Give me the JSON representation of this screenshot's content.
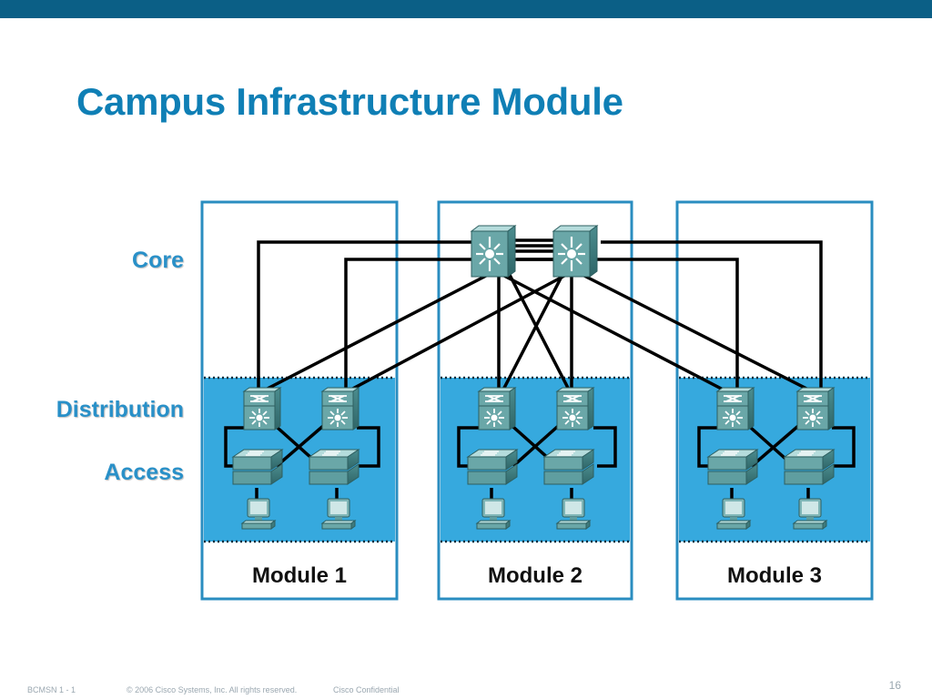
{
  "slide": {
    "title": "Campus Infrastructure Module",
    "page_number": "16"
  },
  "layers": {
    "core": "Core",
    "distribution": "Distribution",
    "access": "Access"
  },
  "modules": [
    {
      "label": "Module 1"
    },
    {
      "label": "Module 2"
    },
    {
      "label": "Module 3"
    }
  ],
  "footer": {
    "course": "BCMSN 1 - 1",
    "copyright": "© 2006 Cisco Systems, Inc. All rights reserved.",
    "confidential": "Cisco Confidential"
  },
  "colors": {
    "header_bar": "#0b5f86",
    "title": "#0f7fb5",
    "layer_label": "#2990c8",
    "module_border": "#2a8dc0",
    "shaded_band": "#36a9de",
    "device": "#5f9ea0",
    "link": "#000000"
  },
  "icons": {
    "core_switch": "multilayer-switch-icon",
    "distribution_switch": "layer3-switch-icon",
    "access_switch": "workgroup-switch-icon",
    "end_host": "workstation-icon"
  }
}
